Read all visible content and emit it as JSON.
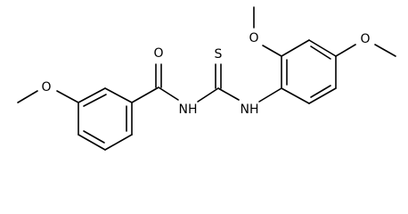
{
  "molecule": {
    "atoms": {
      "carbonyl_oxygen": "O",
      "thio_sulfur": "S",
      "amide_nitrogen": "NH",
      "thioamide_nitrogen": "NH",
      "left_methoxy_oxygen": "O",
      "ortho_methoxy_oxygen": "O",
      "para_methoxy_oxygen": "O"
    }
  }
}
